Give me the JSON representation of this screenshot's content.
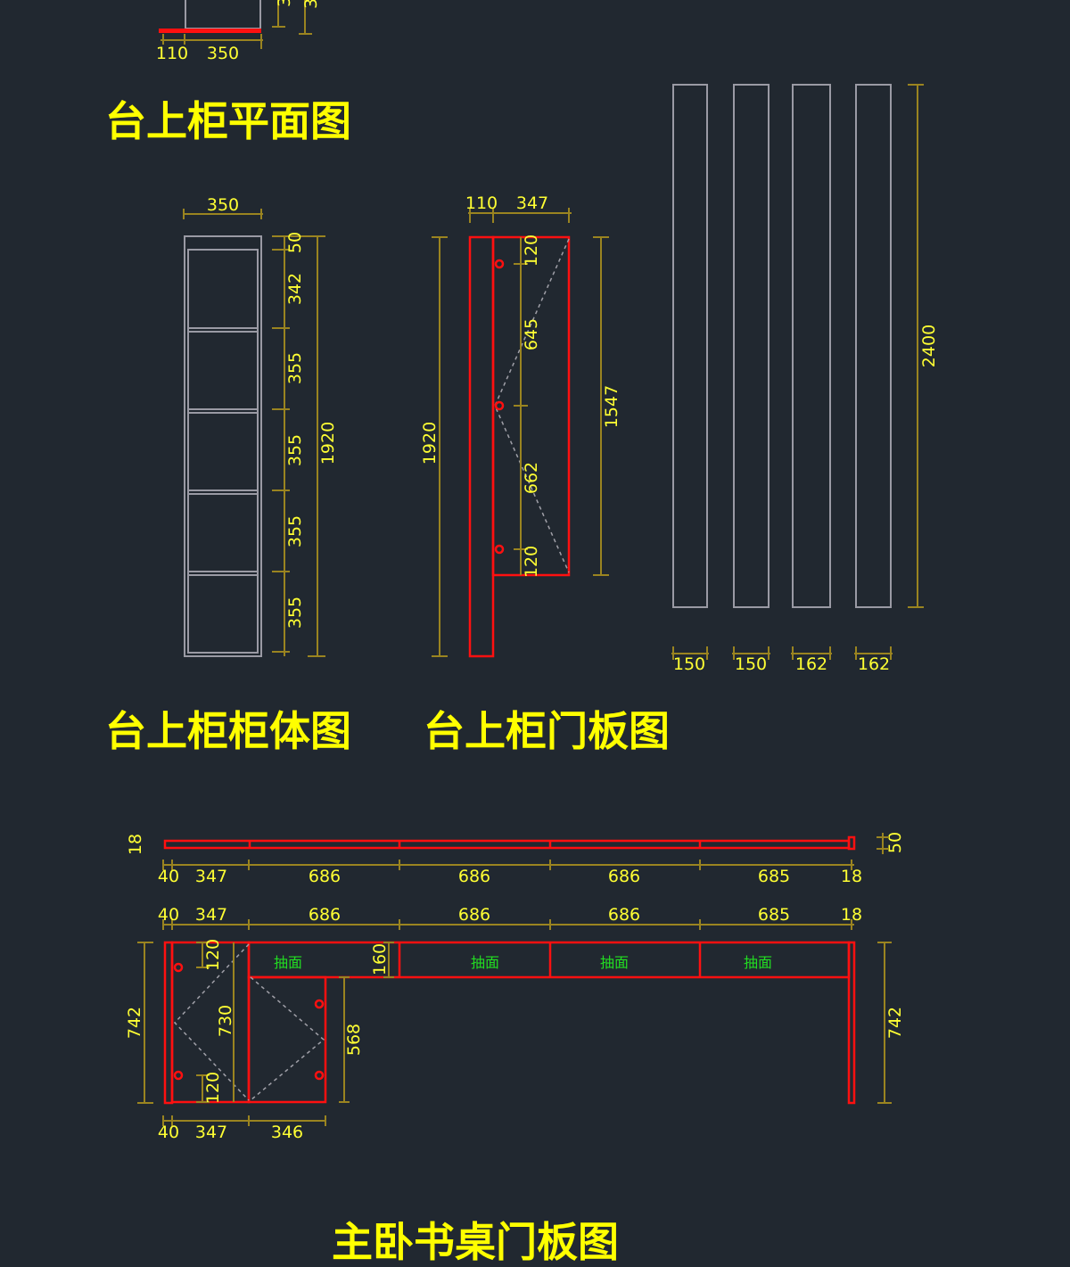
{
  "titles": [
    "台上柜平面图",
    "台上柜柜体图",
    "台上柜门板图",
    "主卧书桌门板图"
  ],
  "plan": {
    "dims": [
      "110",
      "350"
    ],
    "right_partial": [
      "3",
      "3"
    ]
  },
  "body": {
    "top": "350",
    "right": [
      "50",
      "342",
      "355",
      "355",
      "355",
      "355"
    ],
    "total": "1920"
  },
  "door": {
    "top": [
      "110",
      "347"
    ],
    "left": "1920",
    "inner": [
      "120",
      "645",
      "662",
      "120"
    ],
    "right": "1547"
  },
  "panels": {
    "total": "2400",
    "widths": [
      "150",
      "150",
      "162",
      "162"
    ]
  },
  "desk": {
    "strip_left": "18",
    "strip_right": "50",
    "row1": [
      "40",
      "347",
      "686",
      "686",
      "686",
      "685",
      "18"
    ],
    "row2": [
      "40",
      "347",
      "686",
      "686",
      "686",
      "685",
      "18"
    ],
    "left": "742",
    "right": "742",
    "inner": [
      "120",
      "730",
      "120",
      "160",
      "568"
    ],
    "bottom": [
      "40",
      "347",
      "346"
    ],
    "drawer_labels": [
      "抽面",
      "抽面",
      "抽面",
      "抽面"
    ]
  },
  "colors": {
    "background": "#212830",
    "text": "#ffff00",
    "outline": "#ff1010",
    "dimension": "#9a8420"
  }
}
